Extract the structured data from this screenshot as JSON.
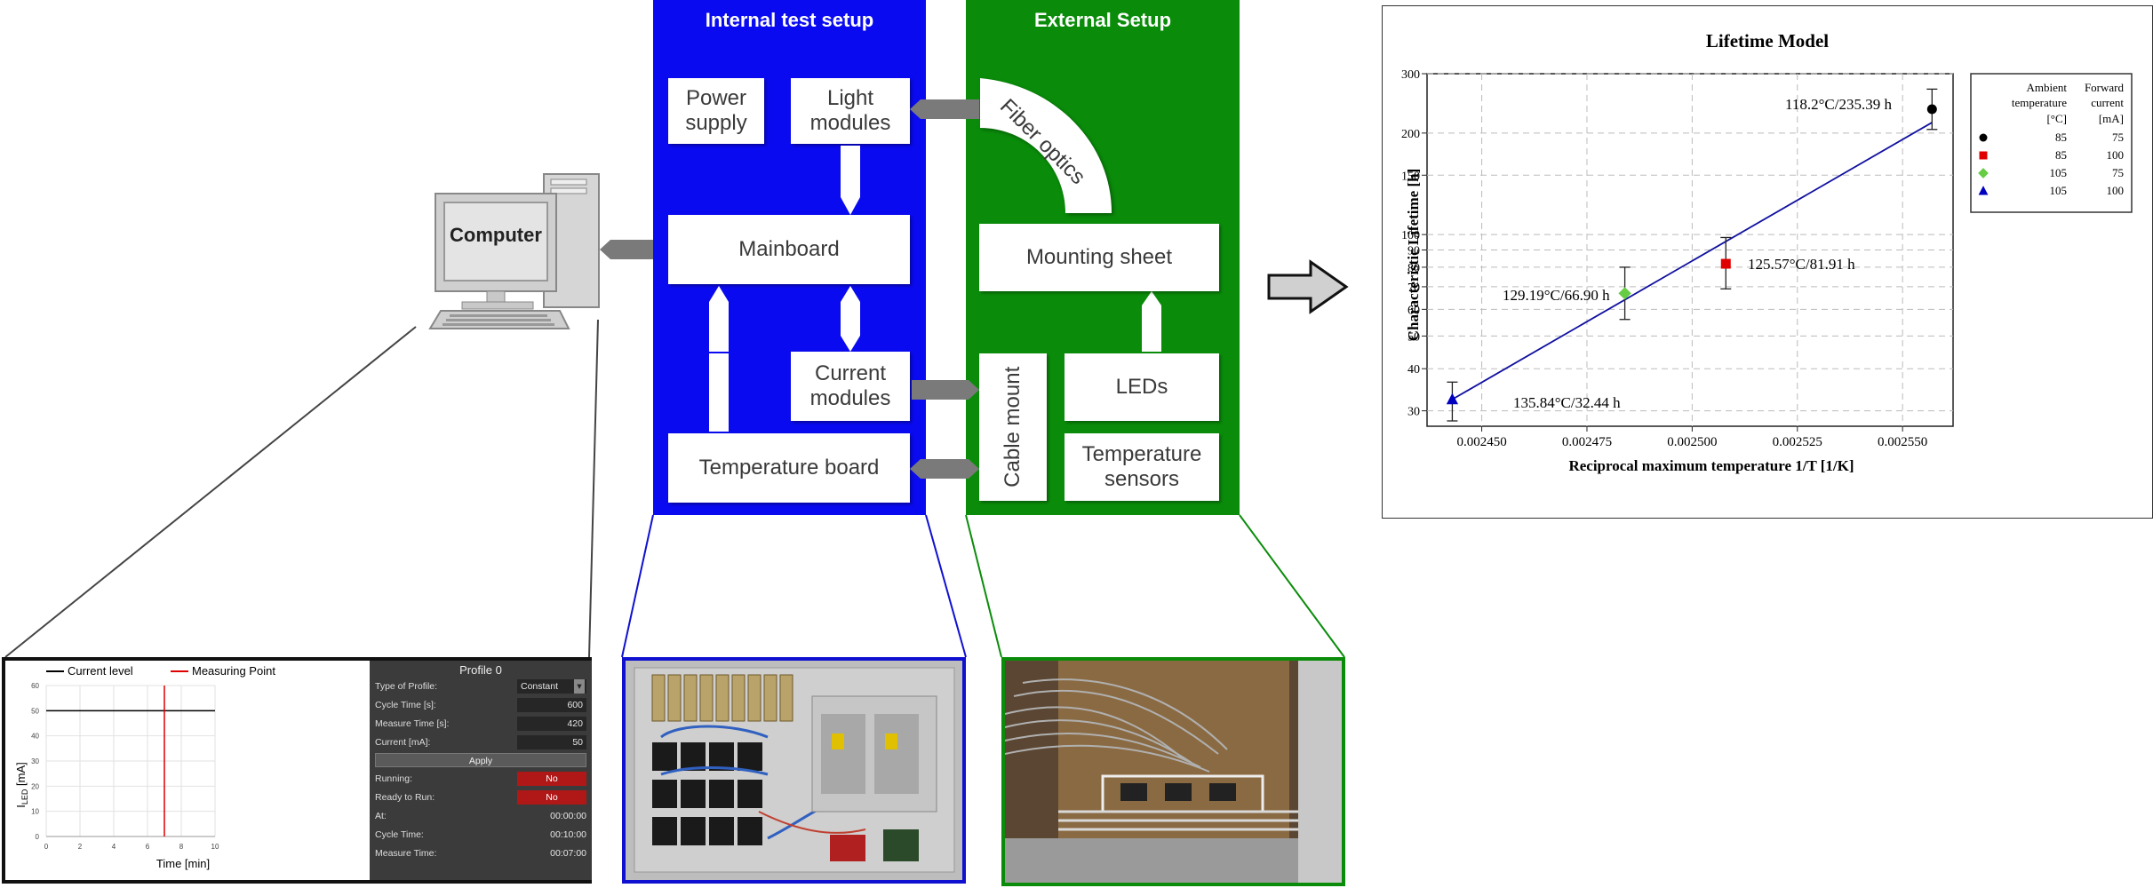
{
  "computer": {
    "label": "Computer"
  },
  "internal": {
    "title": "Internal test setup",
    "boxes": {
      "power_supply": "Power supply",
      "light_modules": "Light modules",
      "mainboard": "Mainboard",
      "current_modules": "Current modules",
      "temperature_board": "Temperature board"
    }
  },
  "external": {
    "title": "External Setup",
    "boxes": {
      "fiber_optics": "Fiber optics",
      "mounting_sheet": "Mounting sheet",
      "leds": "LEDs",
      "cable_mount": "Cable mount",
      "temperature_sensors": "Temperature sensors"
    }
  },
  "colors": {
    "internal": "#0a0af0",
    "external": "#0a8c0a",
    "arrow": "#7a7a7a",
    "fit_line": "#1010a0"
  },
  "current_chart": {
    "legend": [
      "Current level",
      "Measuring Point"
    ],
    "ylabel_main": "I",
    "ylabel_sub": "LED",
    "ylabel_unit": "[mA]",
    "xlabel": "Time [min]",
    "yticks": [
      "0",
      "10",
      "20",
      "30",
      "40",
      "50",
      "60"
    ],
    "xticks": [
      "0",
      "2",
      "4",
      "6",
      "8",
      "10"
    ]
  },
  "profile": {
    "title": "Profile 0",
    "rows": [
      {
        "label": "Type of Profile:",
        "value": "Constant"
      },
      {
        "label": "Cycle Time [s]:",
        "value": "600"
      },
      {
        "label": "Measure Time [s]:",
        "value": "420"
      },
      {
        "label": "Current [mA]:",
        "value": "50"
      }
    ],
    "apply": "Apply",
    "status": [
      {
        "label": "Running:",
        "value": "No"
      },
      {
        "label": "Ready to Run:",
        "value": "No"
      },
      {
        "label": "At:",
        "value": "00:00:00"
      },
      {
        "label": "Cycle Time:",
        "value": "00:10:00"
      },
      {
        "label": "Measure Time:",
        "value": "00:07:00"
      }
    ]
  },
  "lifetime": {
    "title": "Lifetime Model",
    "xlabel": "Reciprocal maximum temperature 1/T [1/K]",
    "ylabel": "Characteristic Lifetime [h]",
    "yticks": [
      "30",
      "40",
      "50",
      "60",
      "70",
      "80",
      "90",
      "100",
      "150",
      "200",
      "300"
    ],
    "xticks": [
      "0.002450",
      "0.002475",
      "0.002500",
      "0.002525",
      "0.002550"
    ],
    "annotations": [
      "118.2°C/235.39 h",
      "125.57°C/81.91 h",
      "129.19°C/66.90 h",
      "135.84°C/32.44 h"
    ],
    "legend": {
      "header_temp": [
        "Ambient",
        "temperature",
        "[°C]"
      ],
      "header_current": [
        "Forward",
        "current",
        "[mA]"
      ],
      "rows": [
        {
          "temp": "85",
          "current": "75",
          "color": "#000000",
          "marker": "circle"
        },
        {
          "temp": "85",
          "current": "100",
          "color": "#e00000",
          "marker": "square"
        },
        {
          "temp": "105",
          "current": "75",
          "color": "#66cc44",
          "marker": "diamond"
        },
        {
          "temp": "105",
          "current": "100",
          "color": "#0000c0",
          "marker": "triangle"
        }
      ]
    }
  },
  "chart_data": [
    {
      "type": "line",
      "title": "",
      "xlabel": "Time [min]",
      "ylabel": "ILED [mA]",
      "xlim": [
        0,
        10
      ],
      "ylim": [
        0,
        60
      ],
      "series": [
        {
          "name": "Current level",
          "x": [
            0,
            10
          ],
          "y": [
            50,
            50
          ],
          "color": "#000000"
        },
        {
          "name": "Measuring Point",
          "x": [
            7,
            7
          ],
          "y": [
            0,
            60
          ],
          "color": "#e00000"
        }
      ],
      "grid": true,
      "legend": "top"
    },
    {
      "type": "scatter",
      "title": "Lifetime Model",
      "xlabel": "Reciprocal maximum temperature 1/T [1/K]",
      "ylabel": "Characteristic Lifetime [h]",
      "yscale": "log",
      "xlim": [
        0.002437,
        0.002562
      ],
      "ylim": [
        27,
        300
      ],
      "points": [
        {
          "x": 0.002557,
          "y": 235.39,
          "err": [
            205,
            270
          ],
          "temp": "85",
          "current": "75"
        },
        {
          "x": 0.002508,
          "y": 81.91,
          "err": [
            69,
            98
          ],
          "temp": "85",
          "current": "100"
        },
        {
          "x": 0.002484,
          "y": 66.9,
          "err": [
            56,
            80
          ],
          "temp": "105",
          "current": "75"
        },
        {
          "x": 0.002443,
          "y": 32.44,
          "err": [
            28,
            36.5
          ],
          "temp": "105",
          "current": "100"
        }
      ],
      "fit": {
        "x": [
          0.002443,
          0.002557
        ],
        "y": [
          32.44,
          215
        ]
      },
      "grid": true,
      "legend": "right"
    }
  ]
}
